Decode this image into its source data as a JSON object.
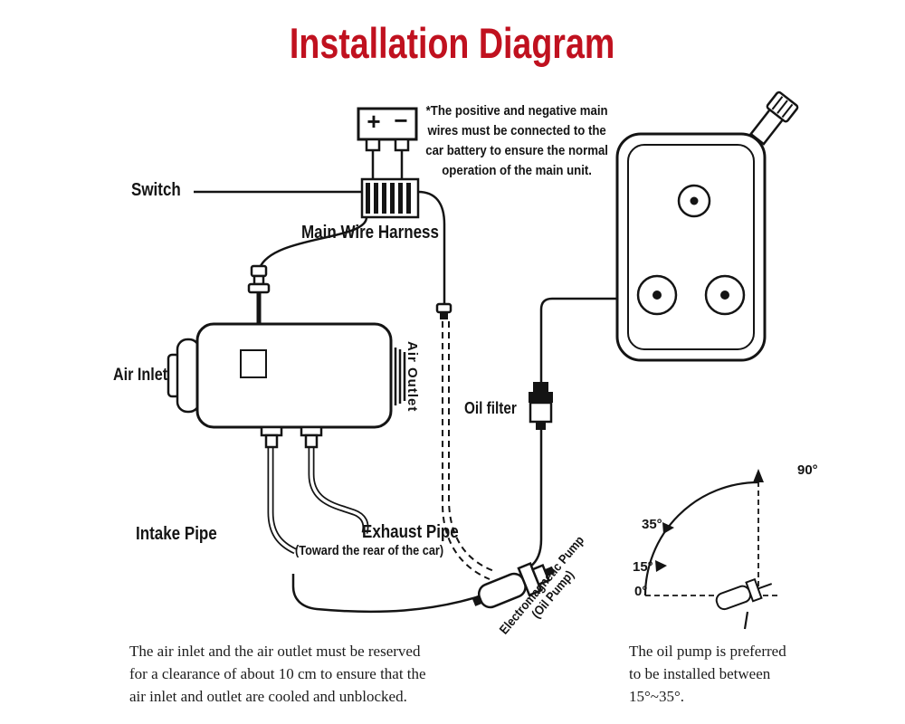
{
  "title": "Installation Diagram",
  "colors": {
    "title_red": "#c0111f",
    "ink": "#141414"
  },
  "battery": {
    "plus": "+",
    "minus": "−",
    "note_lines": [
      "*The positive and negative main",
      "wires must be connected to the",
      "car battery to ensure the normal",
      "operation of the main unit."
    ]
  },
  "labels": {
    "switch": "Switch",
    "main_wire_harness": "Main Wire Harness",
    "air_inlet": "Air Inlet",
    "air_outlet": "Air Outlet",
    "oil_filter": "Oil filter",
    "intake_pipe": "Intake Pipe",
    "exhaust_pipe": "Exhaust Pipe",
    "exhaust_pipe_sub": "(Toward the rear of the car)",
    "electromagnetic_pump_line1": "Electromagnetic Pump",
    "electromagnetic_pump_line2": "(Oil Pump)"
  },
  "angle_guide": {
    "deg0": "0°",
    "deg15": "15°",
    "deg35": "35°",
    "deg90": "90°"
  },
  "footnotes": {
    "left_lines": [
      "The air inlet and the air outlet must be reserved",
      "for a clearance of about 10 cm to ensure that the",
      "air inlet and outlet are cooled and unblocked."
    ],
    "right_lines": [
      "The oil pump is preferred",
      "to be installed between",
      "15°~35°."
    ]
  }
}
